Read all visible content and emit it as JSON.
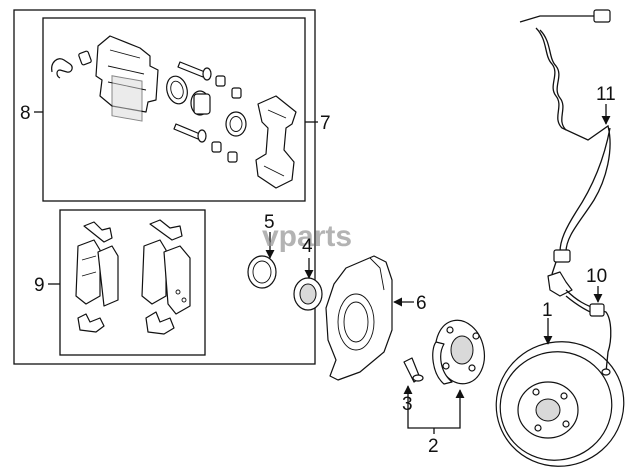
{
  "watermark": "vparts",
  "callouts": {
    "c1": "1",
    "c2": "2",
    "c3": "3",
    "c4": "4",
    "c5": "5",
    "c6": "6",
    "c7": "7",
    "c8": "8",
    "c9": "9",
    "c10": "10",
    "c11": "11"
  }
}
